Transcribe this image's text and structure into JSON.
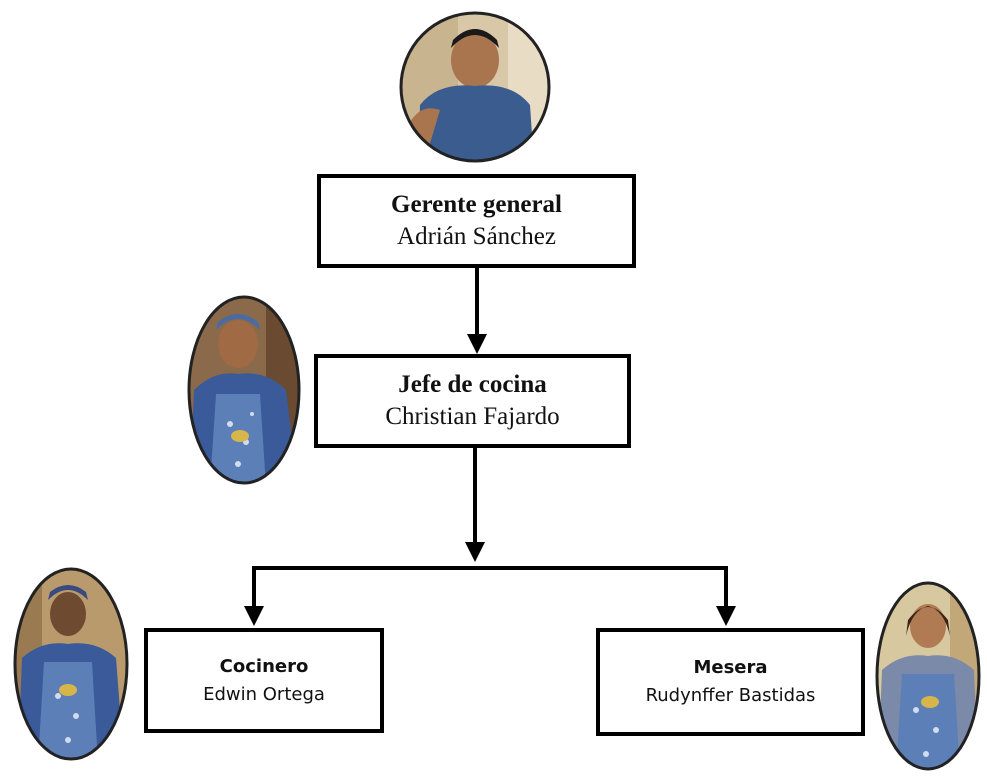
{
  "org_chart": {
    "gerente": {
      "title": "Gerente general",
      "name": "Adrián Sánchez",
      "photo_icon": "person-photo-icon"
    },
    "jefe": {
      "title": "Jefe de cocina",
      "name": "Christian Fajardo",
      "photo_icon": "chef-photo-icon"
    },
    "cocinero": {
      "title": "Cocinero",
      "name": "Edwin Ortega",
      "photo_icon": "cook-photo-icon"
    },
    "mesera": {
      "title": "Mesera",
      "name": "Rudynffer Bastidas",
      "photo_icon": "waitress-photo-icon"
    }
  },
  "colors": {
    "line": "#000000",
    "box_border": "#000000",
    "shirt": "#3a5a9a",
    "apron": "#5b7fb6",
    "skin": "#b07a52"
  }
}
